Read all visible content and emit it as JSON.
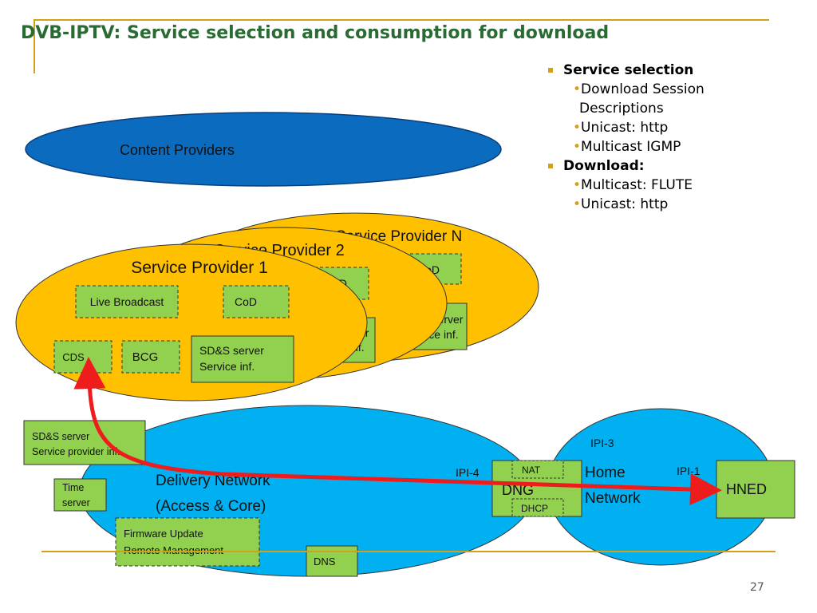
{
  "slide": {
    "title": "DVB-IPTV: Service selection and consumption for download",
    "page_number": "27"
  },
  "bullets": [
    {
      "label": "Service selection",
      "subs": [
        "Download Session Descriptions",
        "Unicast: http",
        "Multicast IGMP"
      ]
    },
    {
      "label": "Download:",
      "subs": [
        "Multicast: FLUTE",
        "Unicast: http"
      ]
    }
  ],
  "diagram": {
    "content_providers": "Content Providers",
    "provider_n": "Service Provider N",
    "provider_2": "Service Provider 2",
    "provider_1": "Service Provider 1",
    "live_broadcast": "Live Broadcast",
    "cod": "CoD",
    "cds": "CDS",
    "bcg": "BCG",
    "sds_server_line1": "SD&S server",
    "sds_server_line2": "Service inf.",
    "sds_server_provider_line1": "SD&S server",
    "sds_server_provider_line2": "Service provider inf.",
    "time_server_line1": "Time",
    "time_server_line2": "server",
    "delivery_network_line1": "Delivery Network",
    "delivery_network_line2": "(Access & Core)",
    "firmware_line1": "Firmware Update",
    "firmware_line2": "Remote Management",
    "dns": "DNS",
    "ipi4": "IPI-4",
    "ipi3": "IPI-3",
    "ipi1": "IPI-1",
    "nat": "NAT",
    "dng": "DNG",
    "dhcp": "DHCP",
    "home_network_line1": "Home",
    "home_network_line2": "Network",
    "hned": "HNED"
  },
  "colors": {
    "title": "#2a6b34",
    "accent_rule": "#d4a017",
    "content_provider_fill": "#0b6cbf",
    "service_provider_fill": "#ffc000",
    "network_fill": "#00b0f0",
    "box_green": "#92d050",
    "arrow_red": "#ee1c1c"
  }
}
